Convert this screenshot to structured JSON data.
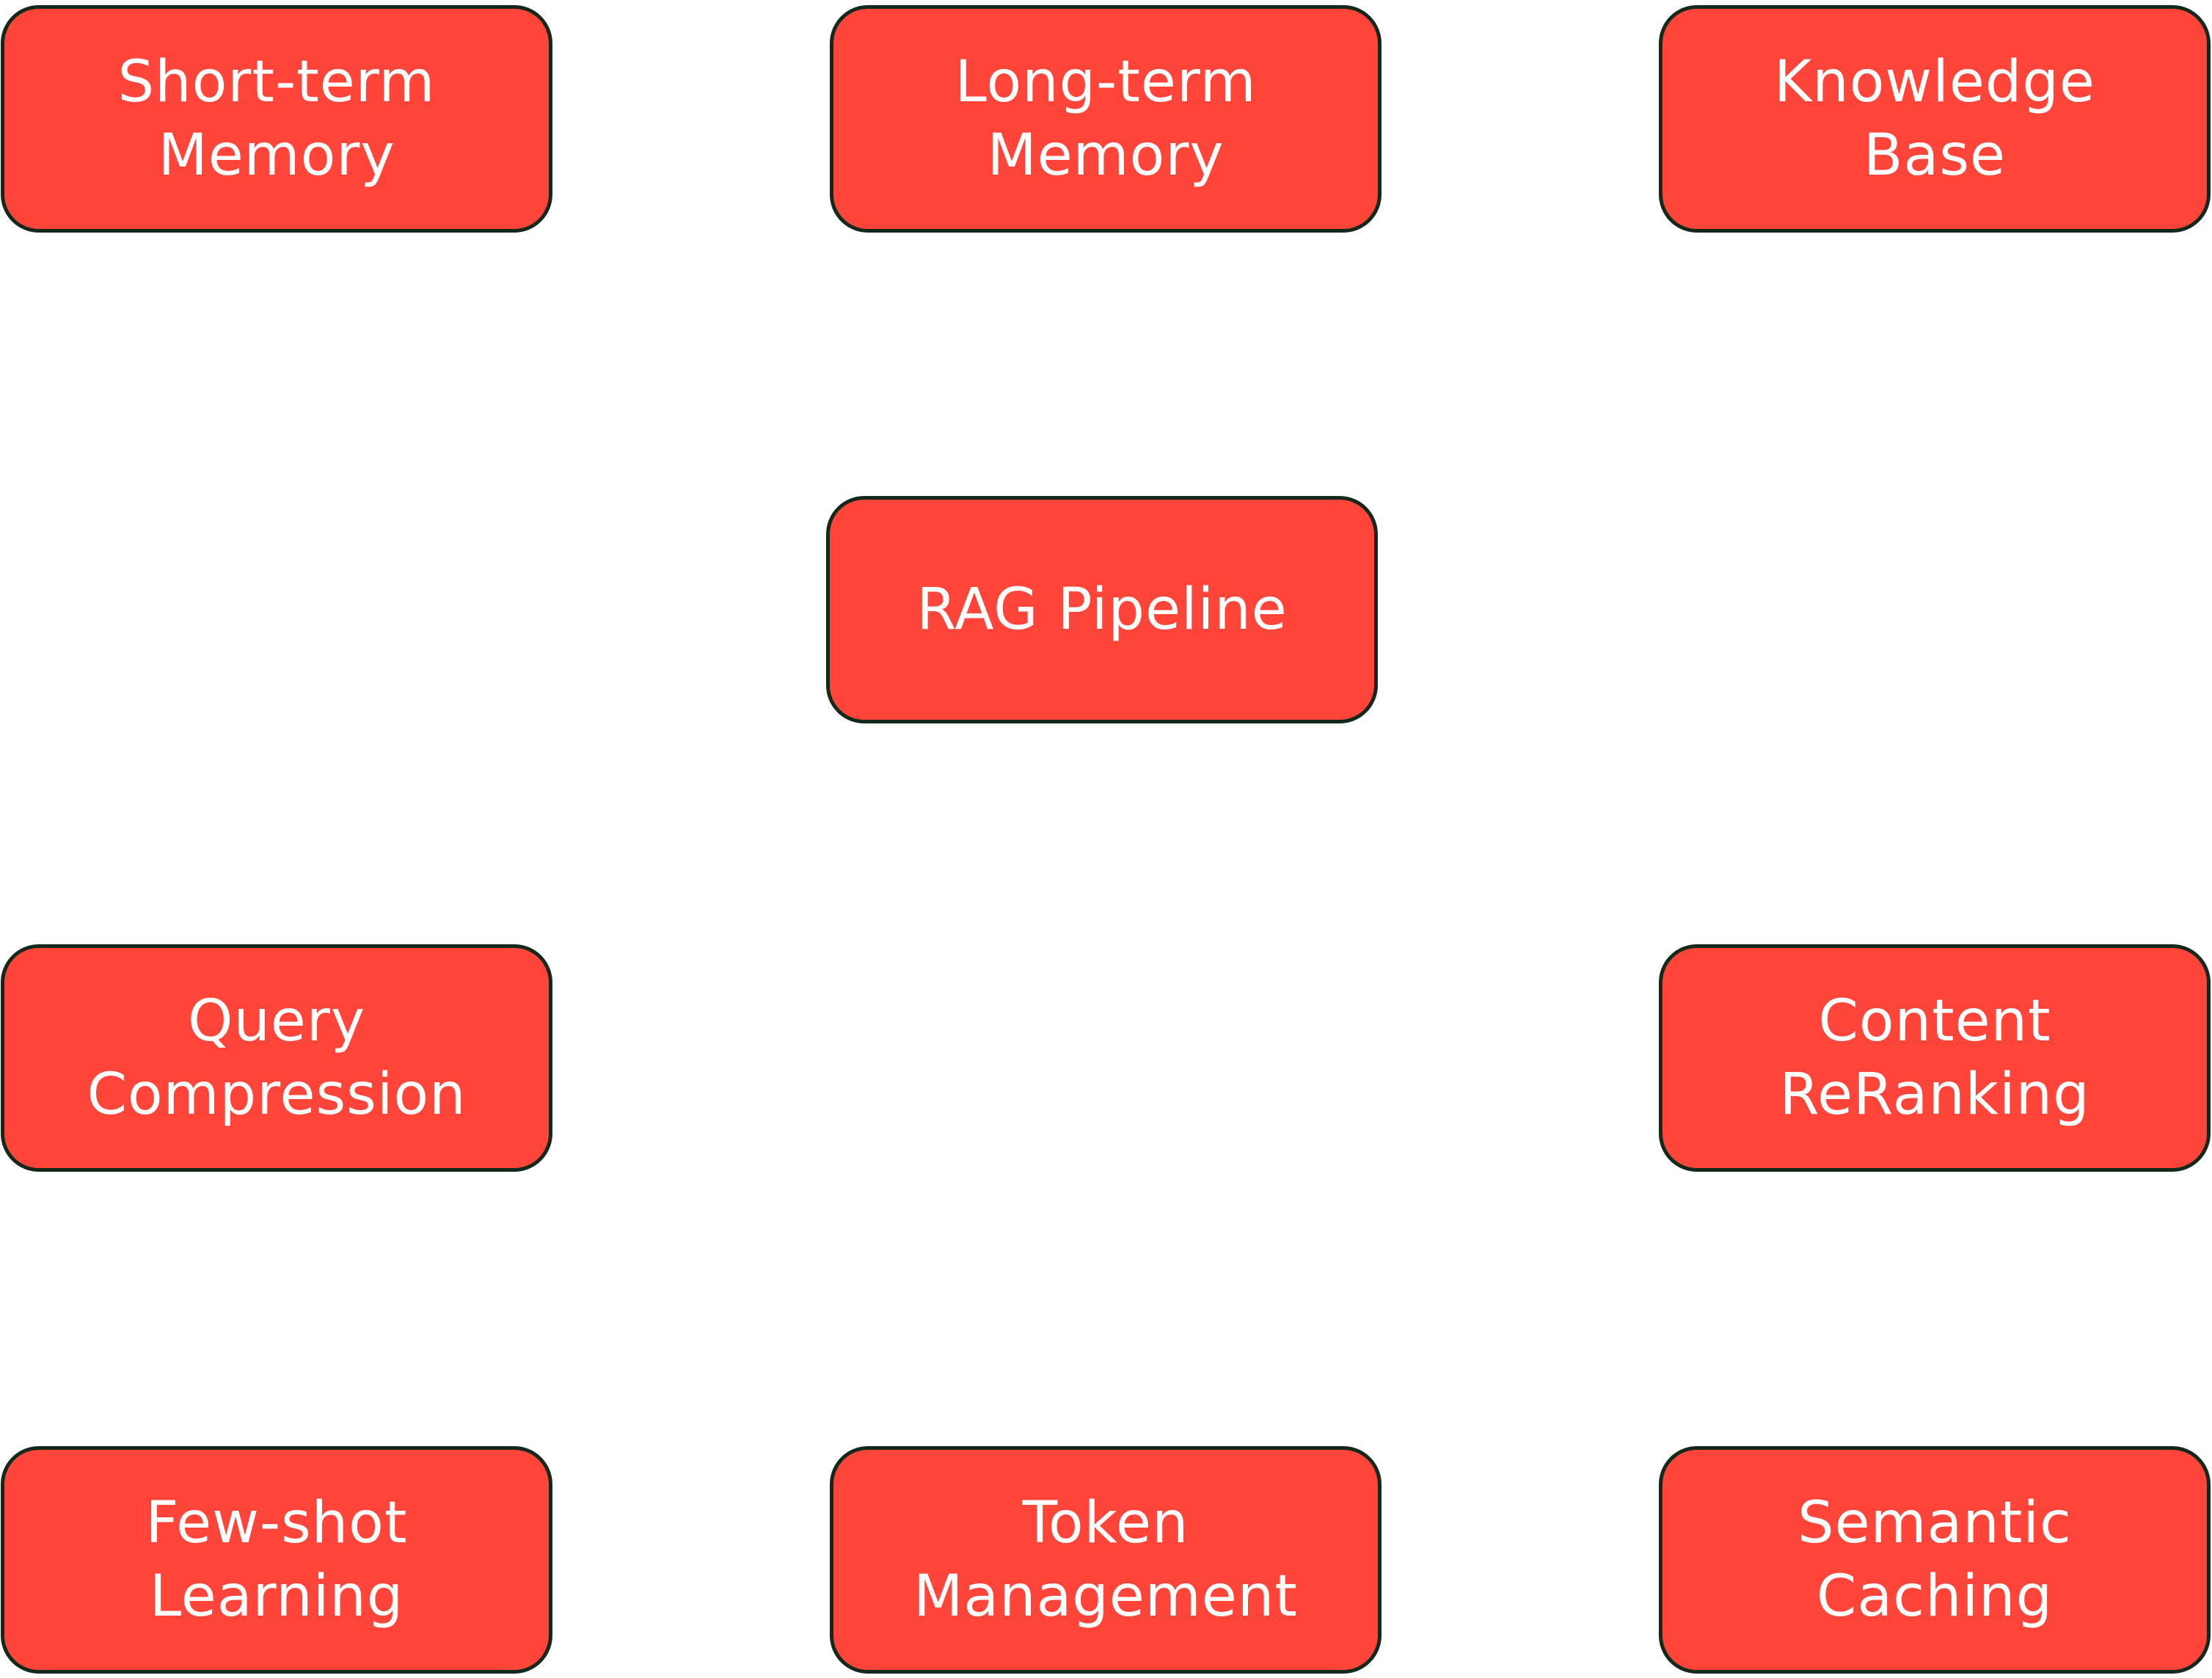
{
  "nodes": {
    "short_term_memory": "Short-term\nMemory",
    "long_term_memory": "Long-term\nMemory",
    "knowledge_base": "Knowledge\nBase",
    "rag_pipeline": "RAG Pipeline",
    "query_compression": "Query\nCompression",
    "content_reranking": "Content\nReRanking",
    "few_shot_learning": "Few-shot\nLearning",
    "token_management": "Token\nManagement",
    "semantic_caching": "Semantic\nCaching"
  },
  "colors": {
    "node_fill": "#FF453A",
    "node_border": "#13291B",
    "node_text": "#FFFFFF",
    "background": "#FFFFFF"
  }
}
